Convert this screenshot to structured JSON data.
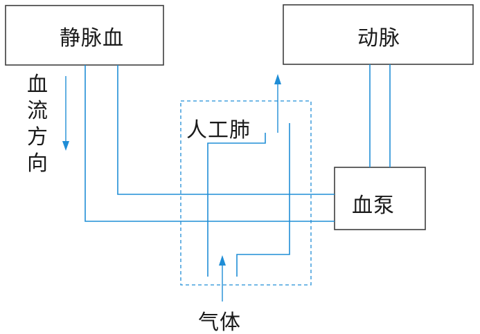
{
  "labels": {
    "venous_blood": "静脉血",
    "artery": "动脉",
    "blood_pump": "血泵",
    "artificial_lung": "人工肺",
    "gas": "气体",
    "flow_direction": [
      "血",
      "流",
      "方",
      "向"
    ]
  },
  "colors": {
    "pipe": "#1f8dd6",
    "box_border": "#3d3d3d",
    "text": "#1a1a1a"
  }
}
